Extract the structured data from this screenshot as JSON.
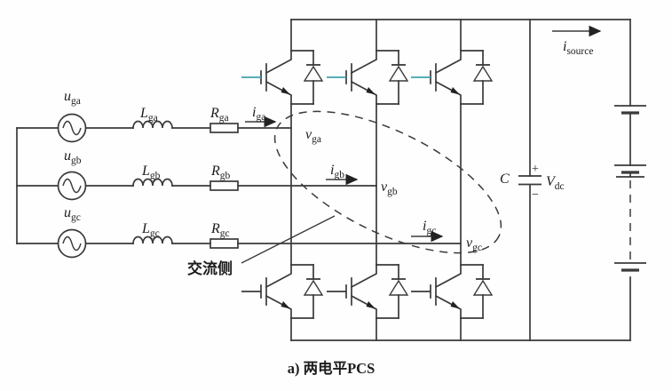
{
  "figure_type": "circuit-diagram",
  "title_caption": "a) 两电平PCS",
  "annotations": {
    "ac_side": "交流侧"
  },
  "colors": {
    "line": "#3a3a3a",
    "gate_lead_top_row": "#3fa3ab",
    "background": "#fefefe",
    "text": "#1c1c1c"
  },
  "components": {
    "sources": [
      {
        "main": "u",
        "sub": "ga"
      },
      {
        "main": "u",
        "sub": "gb"
      },
      {
        "main": "u",
        "sub": "gc"
      }
    ],
    "inductors": [
      {
        "main": "L",
        "sub": "ga"
      },
      {
        "main": "L",
        "sub": "gb"
      },
      {
        "main": "L",
        "sub": "gc"
      }
    ],
    "resistors": [
      {
        "main": "R",
        "sub": "ga"
      },
      {
        "main": "R",
        "sub": "gb"
      },
      {
        "main": "R",
        "sub": "gc"
      }
    ],
    "phase_currents": [
      {
        "main": "i",
        "sub": "ga"
      },
      {
        "main": "i",
        "sub": "gb"
      },
      {
        "main": "i",
        "sub": "gc"
      }
    ],
    "phase_voltages": [
      {
        "main": "v",
        "sub": "ga"
      },
      {
        "main": "v",
        "sub": "gb"
      },
      {
        "main": "v",
        "sub": "gc"
      }
    ],
    "capacitor": {
      "main": "C",
      "sub": ""
    },
    "dc_voltage": {
      "main": "V",
      "sub": "dc"
    },
    "dc_current": {
      "main": "i",
      "sub": "source"
    },
    "cap_polarity": {
      "plus": "+",
      "minus": "−"
    }
  }
}
